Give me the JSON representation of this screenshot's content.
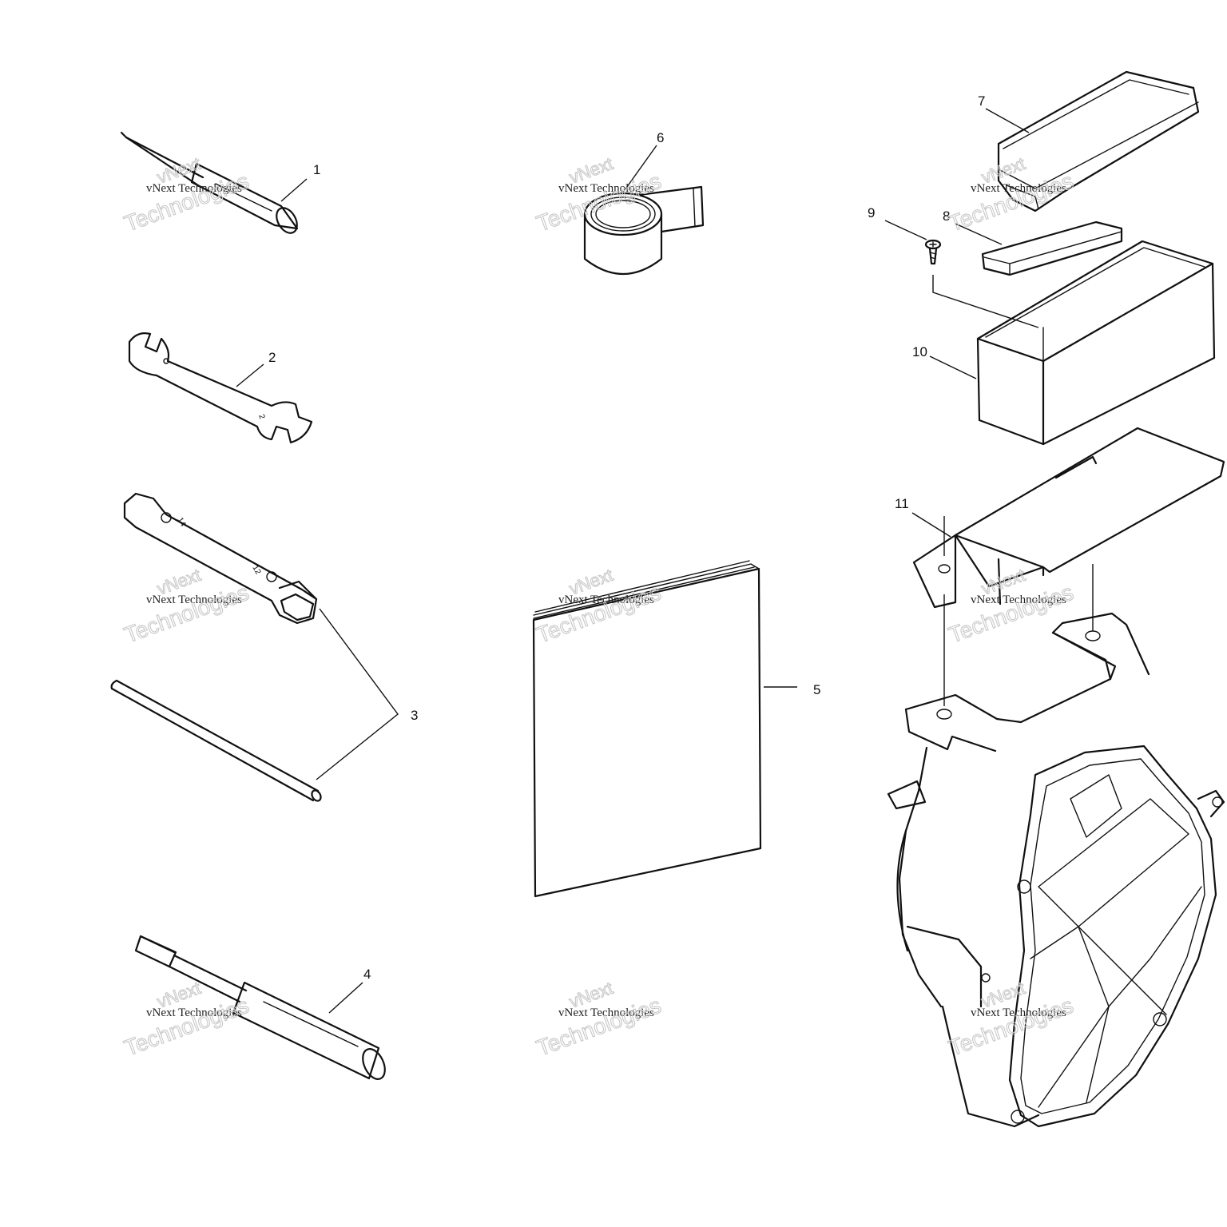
{
  "callouts": {
    "c1": "1",
    "c2": "2",
    "c3": "3",
    "c4": "4",
    "c5": "5",
    "c6": "6",
    "c7": "7",
    "c8": "8",
    "c9": "9",
    "c10": "10",
    "c11": "11"
  },
  "tool_markings": {
    "box_wrench_size_a": "14",
    "box_wrench_size_b": "12"
  },
  "watermark": {
    "line1": "vNext Technologies",
    "line2": "vNext",
    "line3": "Technologies"
  }
}
